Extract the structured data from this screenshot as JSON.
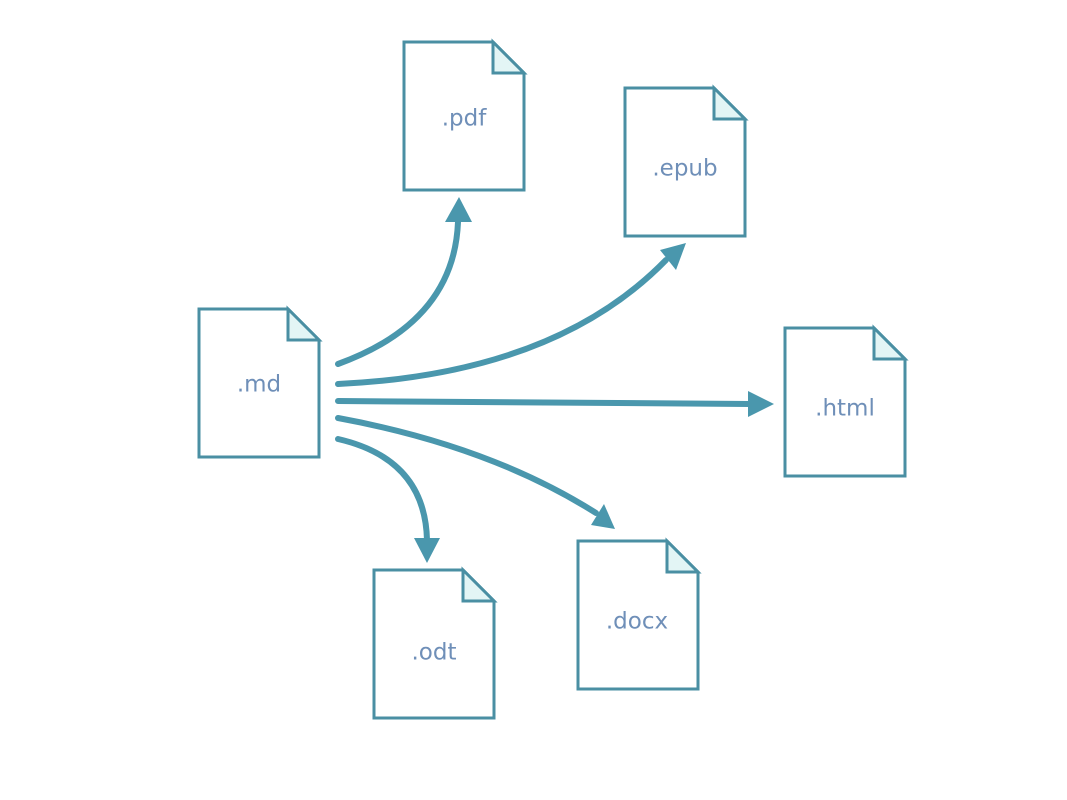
{
  "colors": {
    "outline": "#4a8fa3",
    "fold_fill": "#e3f5f5",
    "arrow": "#4a97ad",
    "label": "#6f8fb8",
    "background": "#ffffff"
  },
  "source": {
    "label": ".md"
  },
  "targets": [
    {
      "id": "pdf",
      "label": ".pdf"
    },
    {
      "id": "epub",
      "label": ".epub"
    },
    {
      "id": "html",
      "label": ".html"
    },
    {
      "id": "docx",
      "label": ".docx"
    },
    {
      "id": "odt",
      "label": ".odt"
    }
  ]
}
